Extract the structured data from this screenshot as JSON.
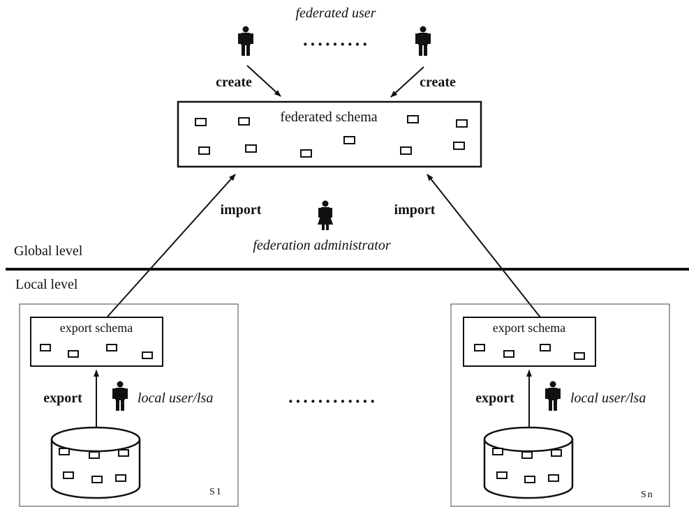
{
  "labels": {
    "federated_user": "federated user",
    "create_left": "create",
    "create_right": "create",
    "federated_schema": "federated schema",
    "import_left": "import",
    "import_right": "import",
    "federation_administrator": "federation administrator",
    "global_level": "Global level",
    "local_level": "Local level",
    "top_dots": "·········",
    "middle_dots": "············"
  },
  "sites": [
    {
      "export_schema": "export schema",
      "export_label": "export",
      "local_user": "local user/lsa",
      "site_label": "S1"
    },
    {
      "export_schema": "export schema",
      "export_label": "export",
      "local_user": "local user/lsa",
      "site_label": "Sn"
    }
  ],
  "icons": {
    "person": "person-icon",
    "administrator": "female-person-icon",
    "database": "database-icon",
    "schema_element": "small-rectangle"
  }
}
